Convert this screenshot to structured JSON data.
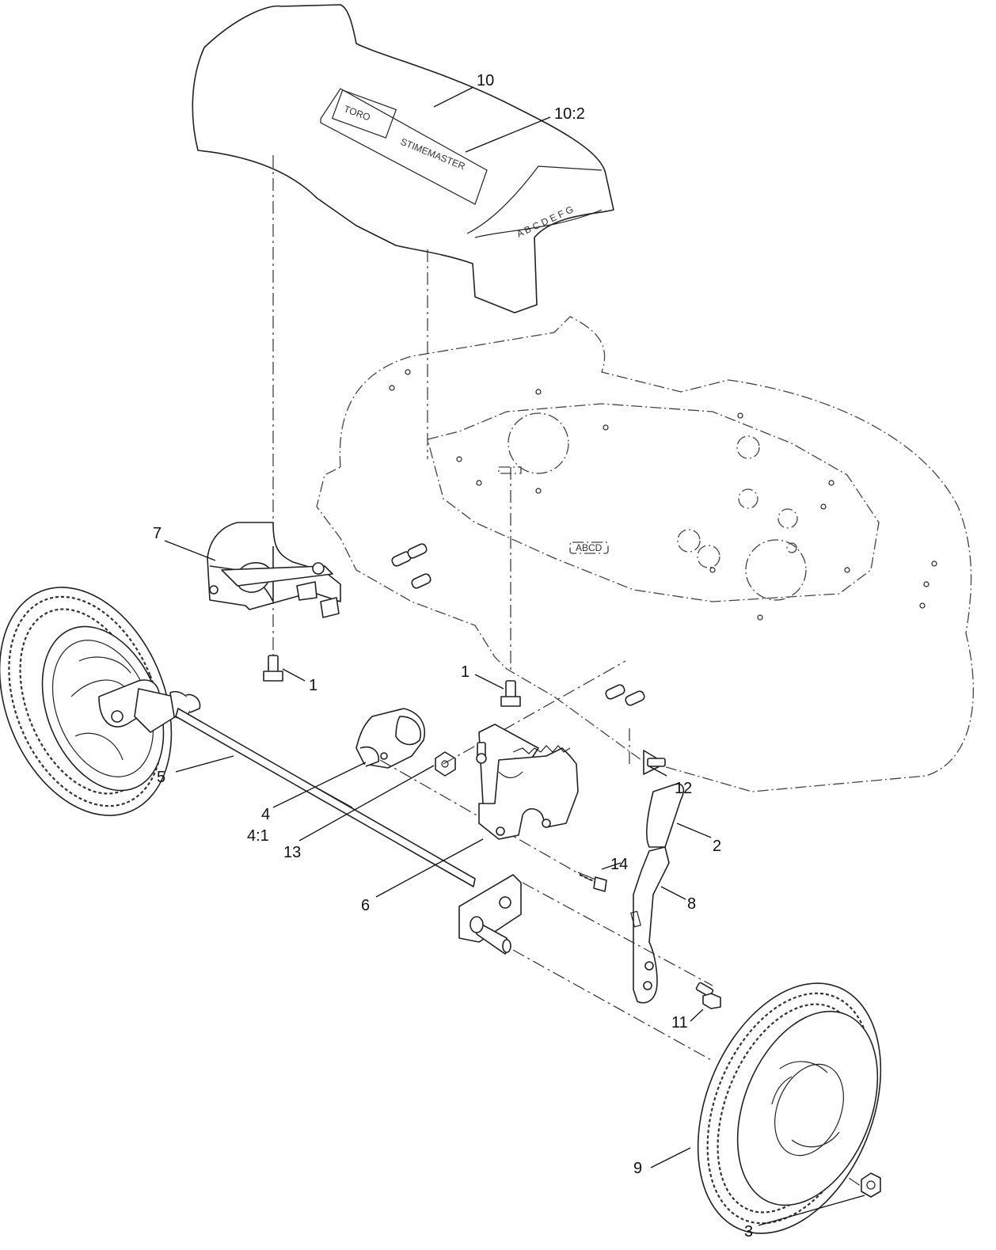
{
  "callouts": {
    "c1a": "1",
    "c1b": "1",
    "c2": "2",
    "c3": "3",
    "c4": "4",
    "c4_1": "4:1",
    "c5": "5",
    "c6": "6",
    "c7": "7",
    "c8": "8",
    "c9": "9",
    "c10": "10",
    "c10_2": "10:2",
    "c11": "11",
    "c12": "12",
    "c13": "13",
    "c14": "14"
  },
  "decals": {
    "brand": "TORO",
    "model": "STIMEMASTER",
    "height_letters": "A B C D E F G",
    "deck_mark": "ABCD"
  }
}
